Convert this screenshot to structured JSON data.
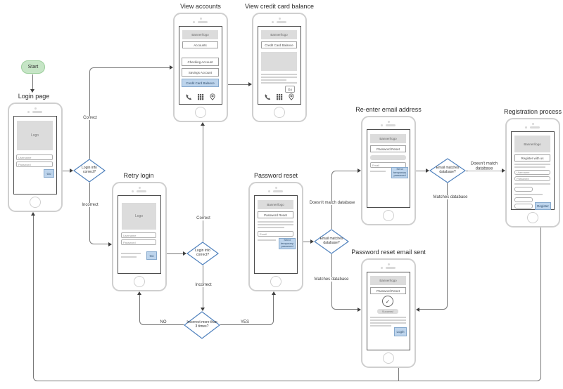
{
  "colors": {
    "start_fill": "#c6e5c6",
    "highlight_blue_fill": "#bdd4ec",
    "highlight_blue_border": "#86a9cd",
    "diamond_border": "#4f81bd",
    "connector": "#787878",
    "placeholder_gray": "#dcdcdc"
  },
  "start": {
    "label": "Start"
  },
  "phones": {
    "login": {
      "title": "Login page",
      "logo": "Logo",
      "username": "Username",
      "password": "Password",
      "go": "Go"
    },
    "view_accounts": {
      "title": "View accounts",
      "banner": "Banner/logo",
      "accounts": "Accounts",
      "items": [
        "Checking Account",
        "Savings Account",
        "Credit Card Balance"
      ]
    },
    "view_credit": {
      "title": "View credit card balance",
      "banner": "Banner/logo",
      "header": "Credit Card Balance",
      "go": "Go"
    },
    "retry": {
      "title": "Retry login",
      "logo": "Logo",
      "username": "Username",
      "password": "Password",
      "go": "Go"
    },
    "password_reset": {
      "title": "Password reset",
      "banner": "Banner/logo",
      "header": "Password Reset",
      "email": "Email",
      "send": "Send temporary password"
    },
    "reenter_email": {
      "title": "Re-enter email address",
      "banner": "Banner/logo",
      "header": "Password Reset",
      "email": "Email",
      "send": "Send temporary password"
    },
    "registration": {
      "title": "Registration process",
      "banner": "Banner/logo",
      "header": "Register with us",
      "username": "Username",
      "password": "Password",
      "register": "Register"
    },
    "reset_sent": {
      "title": "Password reset email sent",
      "banner": "Banner/logo",
      "header": "Password Reset",
      "success": "Success!",
      "login": "Login",
      "check": "✓"
    }
  },
  "decisions": {
    "login_correct_1": "Login info correct?",
    "login_correct_2": "Login info correct?",
    "email_matches_1": "Email matches database?",
    "email_matches_2": "Email matches database?",
    "incorrect_3x": "Incorrect more than 3 times?"
  },
  "edge_labels": {
    "correct_1": "Correct",
    "incorrect_1": "Incorrect",
    "correct_2": "Correct",
    "incorrect_2": "Incorrect",
    "no": "NO",
    "yes": "YES",
    "doesnt_match_1": "Doesn't match database",
    "matches_1": "Matches database",
    "doesnt_match_2": "Doesn't match database",
    "matches_2": "Matches database"
  }
}
